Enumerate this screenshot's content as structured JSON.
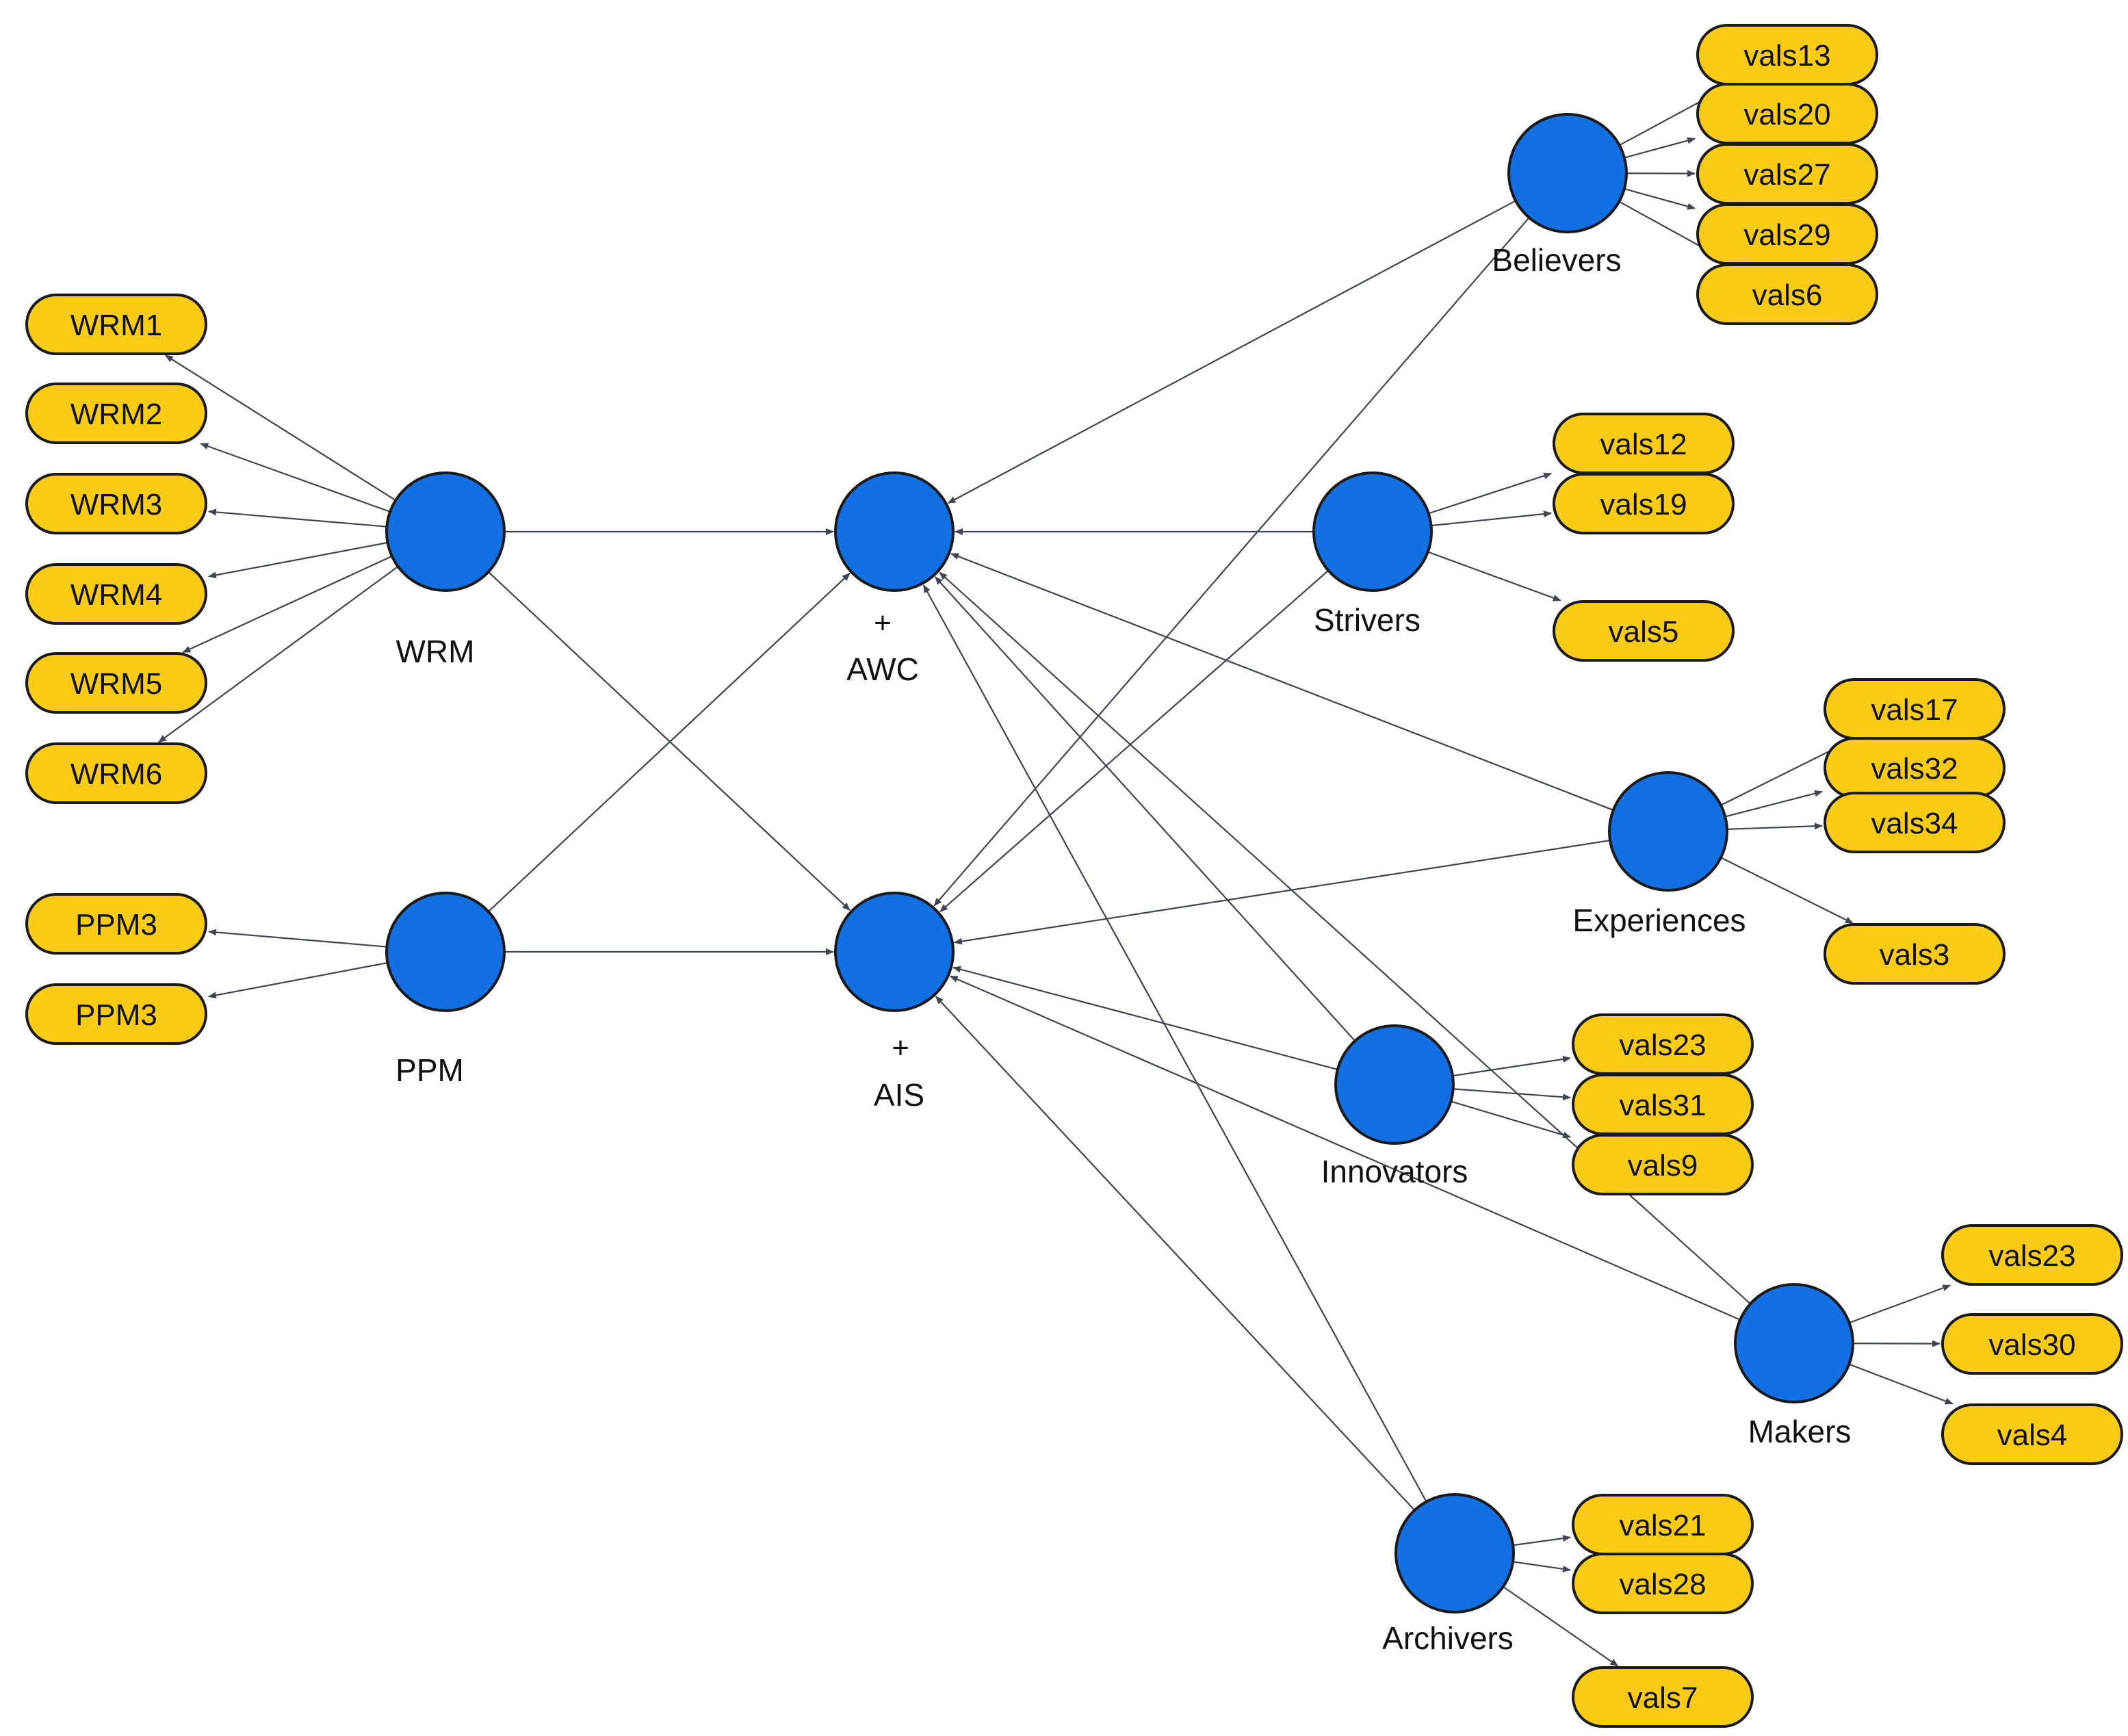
{
  "colors": {
    "latent_fill": "#1270E3",
    "indicator_fill": "#FACC15",
    "edge": "#3E4452",
    "outline": "#1A1A1A"
  },
  "latents": [
    {
      "id": "WRM",
      "label": "WRM",
      "sign": ""
    },
    {
      "id": "PPM",
      "label": "PPM",
      "sign": ""
    },
    {
      "id": "AWC",
      "label": "AWC",
      "sign": "+"
    },
    {
      "id": "AIS",
      "label": "AIS",
      "sign": "+"
    },
    {
      "id": "Believers",
      "label": "Believers",
      "sign": ""
    },
    {
      "id": "Strivers",
      "label": "Strivers",
      "sign": ""
    },
    {
      "id": "Experiences",
      "label": "Experiences",
      "sign": ""
    },
    {
      "id": "Innovators",
      "label": "Innovators",
      "sign": ""
    },
    {
      "id": "Makers",
      "label": "Makers",
      "sign": ""
    },
    {
      "id": "Archivers",
      "label": "Archivers",
      "sign": ""
    }
  ],
  "indicators": [
    {
      "id": "wrm1",
      "label": "WRM1",
      "of": "WRM"
    },
    {
      "id": "wrm2",
      "label": "WRM2",
      "of": "WRM"
    },
    {
      "id": "wrm3",
      "label": "WRM3",
      "of": "WRM"
    },
    {
      "id": "wrm4",
      "label": "WRM4",
      "of": "WRM"
    },
    {
      "id": "wrm5",
      "label": "WRM5",
      "of": "WRM"
    },
    {
      "id": "wrm6",
      "label": "WRM6",
      "of": "WRM"
    },
    {
      "id": "ppm3a",
      "label": "PPM3",
      "of": "PPM"
    },
    {
      "id": "ppm3b",
      "label": "PPM3",
      "of": "PPM"
    },
    {
      "id": "b13",
      "label": "vals13",
      "of": "Believers"
    },
    {
      "id": "b20",
      "label": "vals20",
      "of": "Believers"
    },
    {
      "id": "b27",
      "label": "vals27",
      "of": "Believers"
    },
    {
      "id": "b29",
      "label": "vals29",
      "of": "Believers"
    },
    {
      "id": "b6",
      "label": "vals6",
      "of": "Believers"
    },
    {
      "id": "s12",
      "label": "vals12",
      "of": "Strivers"
    },
    {
      "id": "s19",
      "label": "vals19",
      "of": "Strivers"
    },
    {
      "id": "s5",
      "label": "vals5",
      "of": "Strivers"
    },
    {
      "id": "e17",
      "label": "vals17",
      "of": "Experiences"
    },
    {
      "id": "e32",
      "label": "vals32",
      "of": "Experiences"
    },
    {
      "id": "e34",
      "label": "vals34",
      "of": "Experiences"
    },
    {
      "id": "e3",
      "label": "vals3",
      "of": "Experiences"
    },
    {
      "id": "i23",
      "label": "vals23",
      "of": "Innovators"
    },
    {
      "id": "i31",
      "label": "vals31",
      "of": "Innovators"
    },
    {
      "id": "i9",
      "label": "vals9",
      "of": "Innovators"
    },
    {
      "id": "m23",
      "label": "vals23",
      "of": "Makers"
    },
    {
      "id": "m30",
      "label": "vals30",
      "of": "Makers"
    },
    {
      "id": "m4",
      "label": "vals4",
      "of": "Makers"
    },
    {
      "id": "a21",
      "label": "vals21",
      "of": "Archivers"
    },
    {
      "id": "a28",
      "label": "vals28",
      "of": "Archivers"
    },
    {
      "id": "a7",
      "label": "vals7",
      "of": "Archivers"
    }
  ],
  "paths": [
    {
      "from": "WRM",
      "to": "AWC"
    },
    {
      "from": "WRM",
      "to": "AIS"
    },
    {
      "from": "PPM",
      "to": "AWC"
    },
    {
      "from": "PPM",
      "to": "AIS"
    },
    {
      "from": "Believers",
      "to": "AWC"
    },
    {
      "from": "Believers",
      "to": "AIS"
    },
    {
      "from": "Strivers",
      "to": "AWC"
    },
    {
      "from": "Strivers",
      "to": "AIS"
    },
    {
      "from": "Experiences",
      "to": "AWC"
    },
    {
      "from": "Experiences",
      "to": "AIS"
    },
    {
      "from": "Innovators",
      "to": "AWC"
    },
    {
      "from": "Innovators",
      "to": "AIS"
    },
    {
      "from": "Makers",
      "to": "AWC"
    },
    {
      "from": "Makers",
      "to": "AIS"
    },
    {
      "from": "Archivers",
      "to": "AWC"
    },
    {
      "from": "Archivers",
      "to": "AIS"
    }
  ]
}
